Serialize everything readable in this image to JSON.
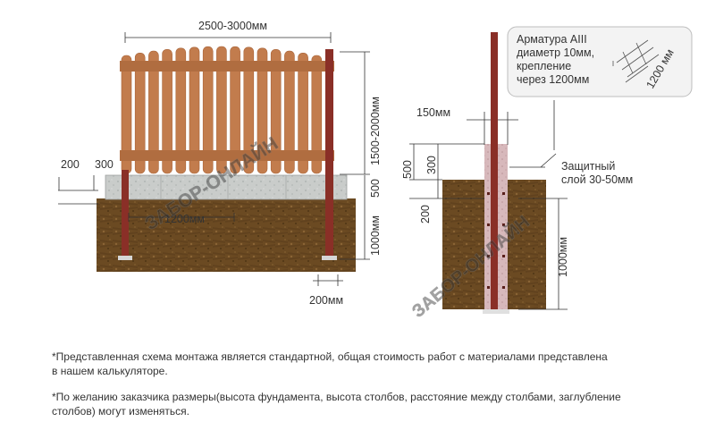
{
  "labels": {
    "width_span": "2500-3000мм",
    "fence_height": "1500-2000мм",
    "base_200": "200",
    "base_300": "300",
    "base_500": "500",
    "post_spacing": "1200мм",
    "depth_left": "1000мм",
    "pit_width": "200мм",
    "pipe_150": "150мм",
    "section_500": "500",
    "section_300": "300",
    "section_200": "200",
    "section_depth": "1000мм",
    "protective_line1": "Защитный",
    "protective_line2": "слой 30-50мм"
  },
  "callout": {
    "line1": "Арматура AIII",
    "line2": "диаметр 10мм,",
    "line3": "крепление",
    "line4": "через 1200мм",
    "rebar_pitch": "1200 мм"
  },
  "watermark": "ЗАБОР-ОНЛАЙН",
  "notes": {
    "note1_line1": "*Представленная схема монтажа является стандартной, общая стоимость работ с материалами представлена",
    "note1_line2": "в нашем калькуляторе.",
    "note2_line1": "*По желанию заказчика размеры(высота фундамента, высота столбов, расстояние между столбами, заглубление",
    "note2_line2": "столбов) могут изменяться."
  },
  "colors": {
    "wood": "#c27c4d",
    "post": "#8a2f27",
    "soil": "#6b4a22",
    "concrete": "#c9ccca",
    "dim_line": "#333333"
  }
}
